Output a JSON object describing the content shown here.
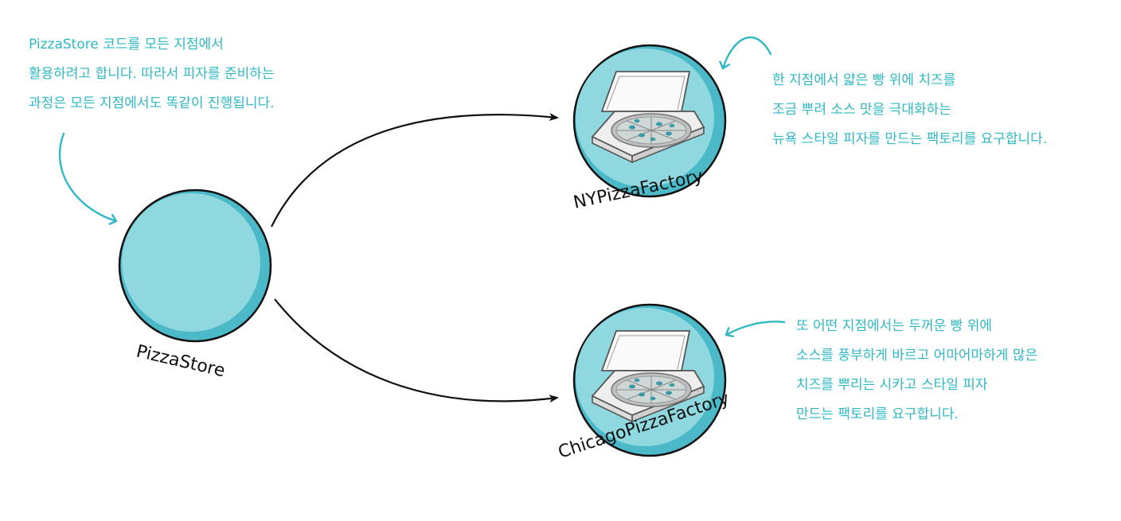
{
  "nodes": {
    "store": {
      "label": "PizzaStore"
    },
    "ny": {
      "label": "NYPizzaFactory"
    },
    "chicago": {
      "label": "ChicagoPizzaFactory"
    }
  },
  "notes": {
    "top_left": [
      "PizzaStore 코드를 모든 지점에서",
      "활용하려고 합니다. 따라서 피자를 준비하는",
      "과정은 모든 지점에서도 똑같이 진행됩니다."
    ],
    "ny": [
      "한 지점에서 얇은 빵 위에 치즈를",
      "조금 뿌려 소스 맛을 극대화하는",
      "뉴욕 스타일 피자를 만드는 팩토리를 요구합니다."
    ],
    "chicago": [
      "또 어떤 지점에서는 두꺼운 빵 위에",
      "소스를 풍부하게 바르고 어마어마하게 많은",
      "치즈를 뿌리는 시카고 스타일 피자",
      "만드는 팩토리를 요구합니다."
    ]
  },
  "colors": {
    "circle_fill": "#8fd8e0",
    "circle_shade": "#4bb9c8",
    "annotation_text": "#2fb8c4",
    "arrow": "#111111"
  },
  "icons": [
    "pizza-box-icon"
  ]
}
